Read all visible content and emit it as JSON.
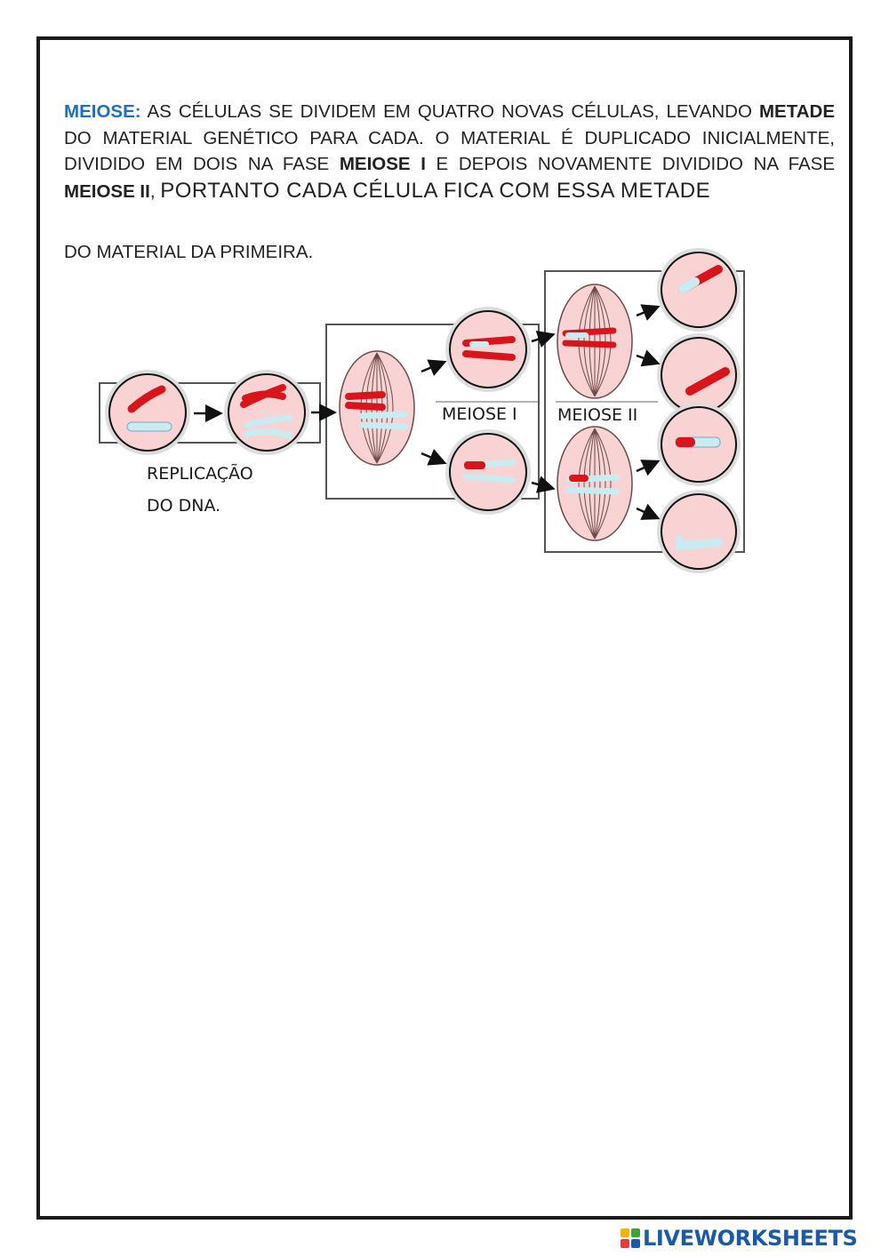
{
  "text": {
    "keyword": "MEIOSE:",
    "p1": " AS CÉLULAS SE DIVIDEM EM QUATRO NOVAS CÉLULAS, LEVANDO ",
    "b1": "METADE",
    "p2": " DO MATERIAL GENÉTICO PARA CADA. O MATERIAL É DUPLICADO INICIALMENTE, DIVIDIDO EM DOIS NA FASE ",
    "b2": "MEIOSE I",
    "p3": " E DEPOIS NOVAMENTE DIVIDIDO NA FASE ",
    "b3": "MEIOSE II",
    "p4": ", ",
    "p5": "PORTANTO CADA CÉLULA FICA COM ESSA METADE",
    "p6": "DO MATERIAL DA PRIMEIRA."
  },
  "labels": {
    "replication_line1": "REPLICAÇÃO",
    "replication_line2": "DO DNA.",
    "meiosis1": "MEIOSE I",
    "meiosis2": "MEIOSE II"
  },
  "brand": {
    "name": "LIVEWORKSHEETS",
    "color": "#1a5aa8"
  },
  "colors": {
    "keyword": "#1f6fbf",
    "cell_fill": "#f9d3d3",
    "chromosome_red": "#d9141b",
    "chromosome_blue": "#c8ecf2",
    "spindle": "#6b4b4b"
  }
}
